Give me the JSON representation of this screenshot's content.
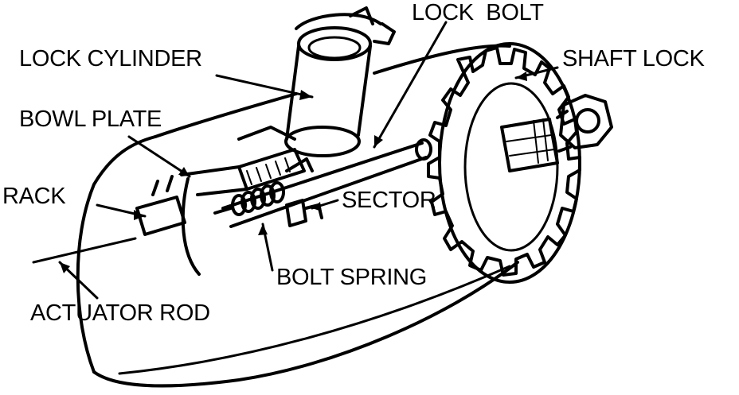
{
  "labels": {
    "lock_bolt": "LOCK  BOLT",
    "shaft_lock": "SHAFT LOCK",
    "lock_cylinder": "LOCK CYLINDER",
    "bowl_plate": "BOWL PLATE",
    "rack": "RACK",
    "sector": "SECTOR",
    "bolt_spring": "BOLT SPRING",
    "actuator_rod": "ACTUATOR ROD"
  },
  "colors": {
    "ink": "#000000",
    "paper": "#ffffff"
  }
}
